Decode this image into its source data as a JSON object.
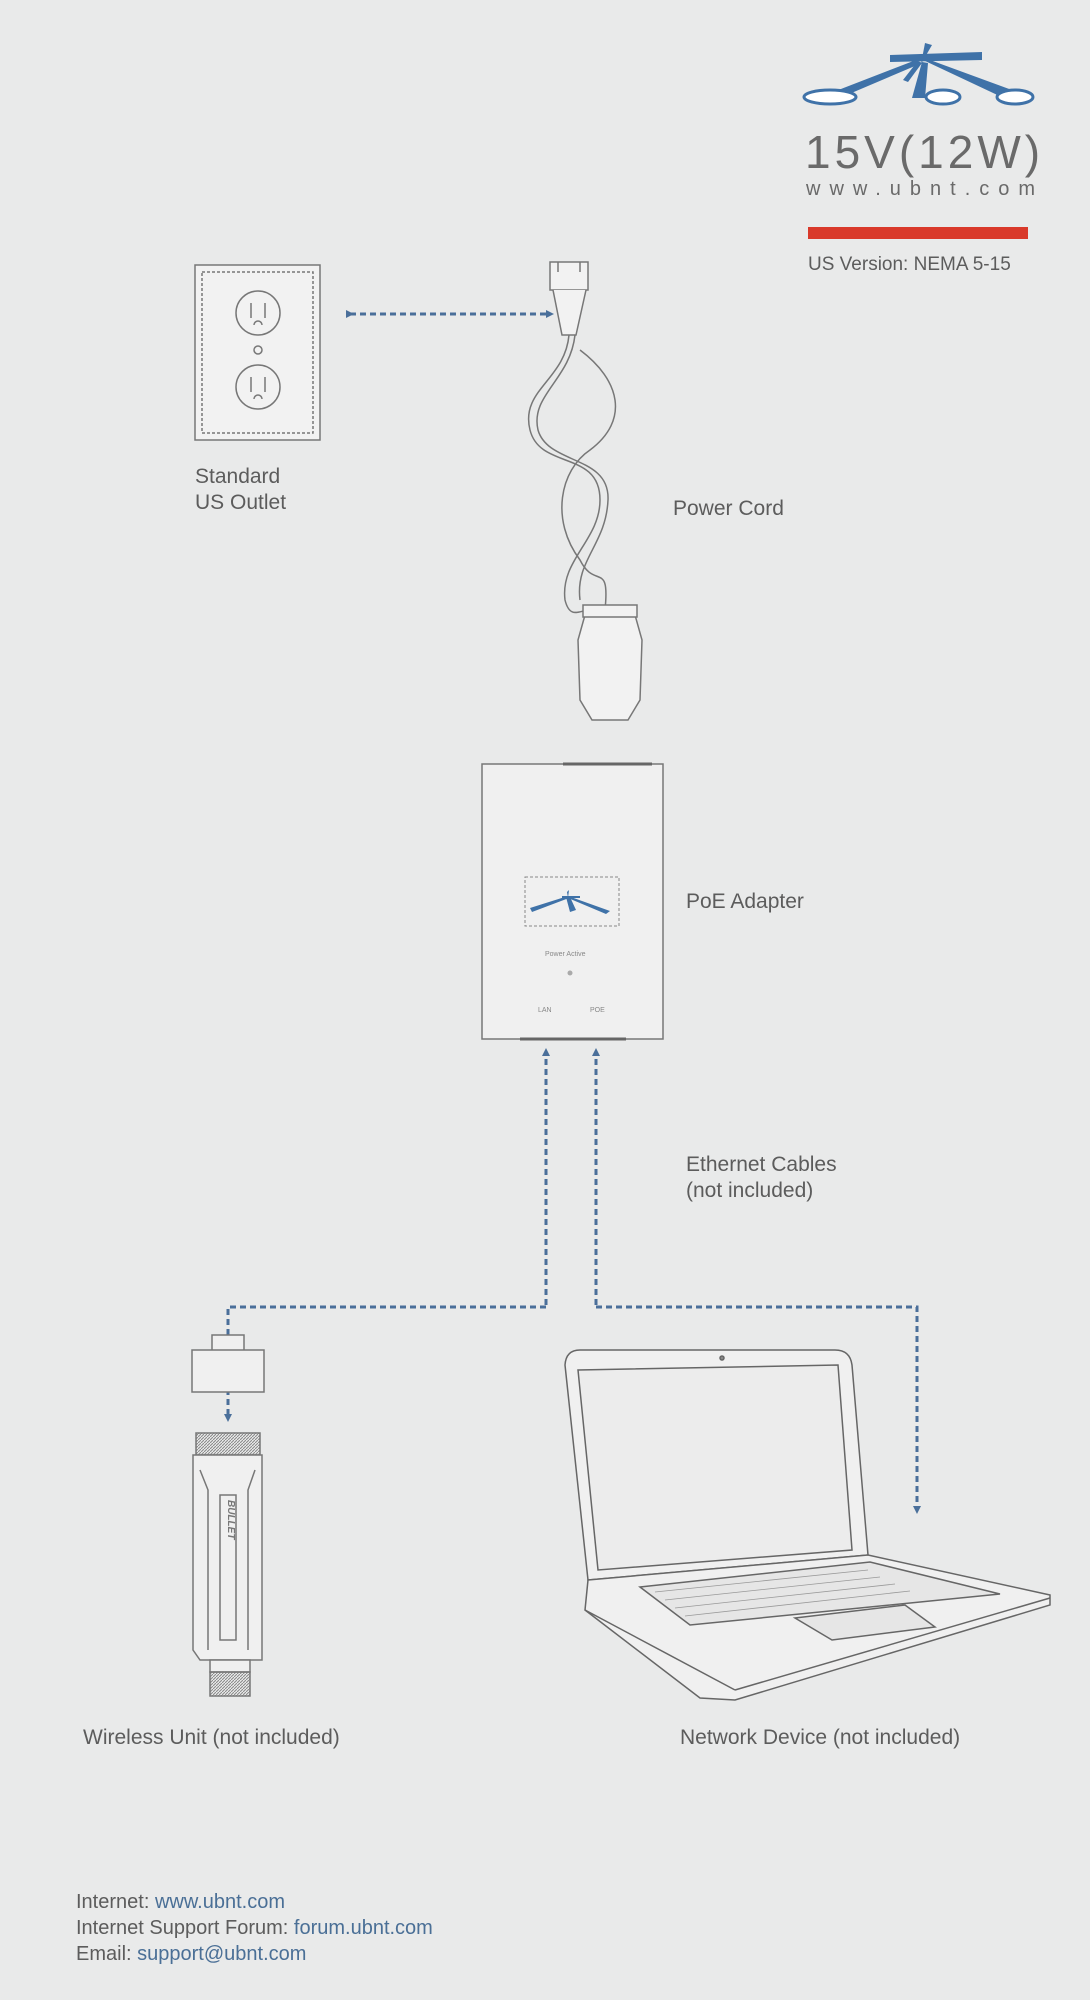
{
  "brand": {
    "voltage_label": "15V(12W)",
    "website": "www.ubnt.com",
    "version": "US Version: NEMA 5-15",
    "accent_color": "#d9392a",
    "logo_color": "#3f72a8"
  },
  "components": {
    "outlet_label_line1": "Standard",
    "outlet_label_line2": "US Outlet",
    "power_cord_label": "Power Cord",
    "poe_adapter_label": "PoE Adapter",
    "poe_power_text": "Power Active",
    "poe_lan_port": "LAN",
    "poe_poe_port": "POE",
    "ethernet_label_line1": "Ethernet Cables",
    "ethernet_label_line2": "(not included)",
    "wireless_unit_label": "Wireless Unit (not included)",
    "bullet_brand": "BULLET",
    "network_device_label": "Network Device (not included)"
  },
  "footer": {
    "internet_label": "Internet: ",
    "internet_link": "www.ubnt.com",
    "forum_label": "Internet Support Forum: ",
    "forum_link": "forum.ubnt.com",
    "email_label": "Email: ",
    "email_link": "support@ubnt.com"
  },
  "connector_color": "#4a6f9a"
}
